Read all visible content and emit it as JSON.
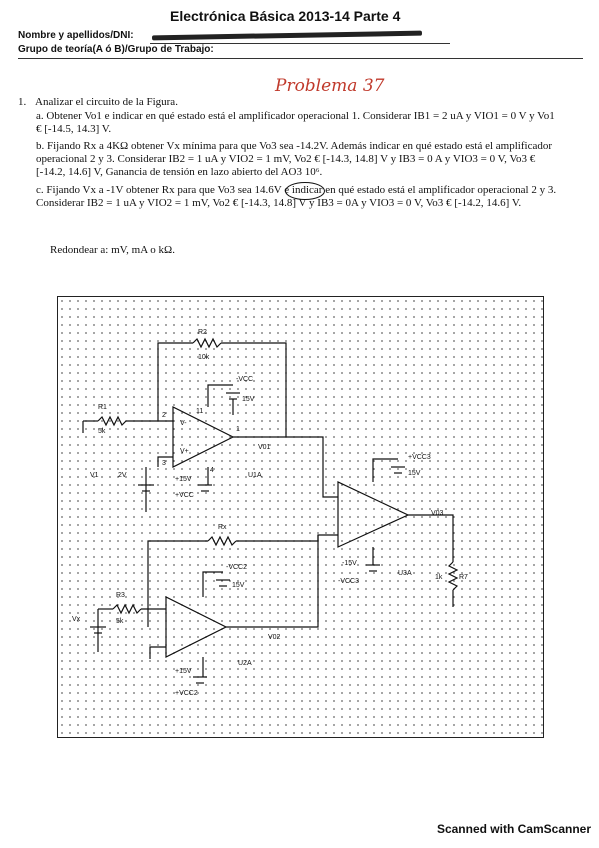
{
  "header": {
    "title": "Electrónica Básica 2013-14 Parte 4",
    "name_label": "Nombre y apellidos/DNI:",
    "group_label": "Grupo de teoría(A ó B)/Grupo de  Trabajo:"
  },
  "annotation": "Problema 37",
  "question": {
    "number": "1.",
    "intro": "Analizar el circuito de la Figura.",
    "items": [
      {
        "label": "a.",
        "text": "Obtener Vo1 e indicar en qué estado está el amplificador operacional 1. Considerar IB1 = 2 uA y VIO1 = 0 V y Vo1 € [-14.5, 14.3] V."
      },
      {
        "label": "b.",
        "text": "Fijando Rx a 4KΩ obtener  Vx mínima para que Vo3 sea -14.2V. Además  indicar en qué estado está el amplificador  operacional 2 y 3. Considerar IB2 = 1 uA y VIO2 = 1 mV, Vo2 € [-14.3, 14.8] V y IB3 = 0 A y VIO3 = 0 V, Vo3 € [-14.2, 14.6] V, Ganancia de tensión en lazo abierto del AO3 10⁶."
      },
      {
        "label": "c.",
        "text": "Fijando Vx a -1V obtener  Rx para que Vo3 sea 14.6V e indicar en qué estado está el amplificador operacional 2 y 3. Considerar IB2 = 1 uA y VIO2 = 1 mV, Vo2 € [-14.3, 14.8] V y IB3 = 0A y VIO3 = 0 V, Vo3 € [-14.2, 14.6] V."
      }
    ],
    "rounding": "Redondear a: mV,  mA o kΩ."
  },
  "circuit": {
    "R2": "R2",
    "R2_val": "10k",
    "R1": "R1",
    "R1_val": "5k",
    "V1": "V1",
    "V1_val": "2V",
    "U1": "U1A",
    "Vo1": "V01",
    "vcc_neg": "-VCC",
    "v15a": "15V",
    "vcc_pos": "+VCC",
    "p15a": "+15V",
    "Rx": "Rx",
    "R3": "R3",
    "R3_val": "5k",
    "Vx": "Vx",
    "U2": "U2A",
    "Vo2": "V02",
    "vcc2_neg": "-VCC2",
    "v15b": "15V",
    "vcc2_pos": "+VCC2",
    "p15b": "+15V",
    "U3": "U3A",
    "Vo3": "V03",
    "vcc3_pos": "+VCC3",
    "v15c": "15V",
    "vcc3_neg": "-VCC3",
    "m15c": "-15V",
    "R7": "R7",
    "R7_val": "1k",
    "pin_minus": "V-",
    "pin_plus": "V+",
    "p1": "1",
    "p2": "2",
    "p3": "3",
    "p4": "4",
    "p11": "11"
  },
  "footer": "Scanned with CamScanner"
}
